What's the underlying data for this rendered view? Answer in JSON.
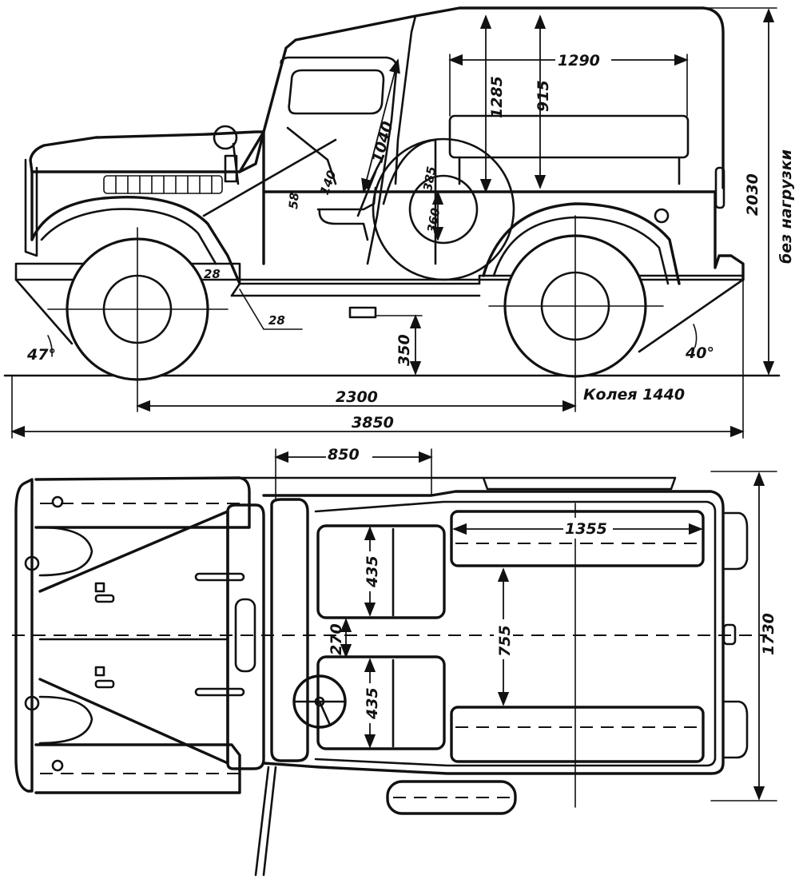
{
  "side_view": {
    "dim_overall_length": "3850",
    "dim_wheelbase": "2300",
    "dim_height": "2030",
    "note_unloaded": "без нагрузки",
    "dim_cargo_length": "1290",
    "dim_cargo_height": "1285",
    "dim_seat_height": "915",
    "dim_door_height": "1040",
    "dim_spare_a": "385",
    "dim_spare_b": "360",
    "dim_steering_a": "140",
    "dim_steering_b": "58",
    "dim_angle_front": "47°",
    "dim_angle_rear": "40°",
    "dim_clearance": "350",
    "dim_small_a": "28",
    "dim_small_b": "28",
    "track_label": "Колея 1440"
  },
  "top_view": {
    "dim_front_section": "850",
    "dim_bench_length": "1355",
    "dim_seat_width_upper": "435",
    "dim_seat_width_lower": "435",
    "dim_seat_gap": "270",
    "dim_bench_gap": "755",
    "dim_overall_width": "1730"
  }
}
